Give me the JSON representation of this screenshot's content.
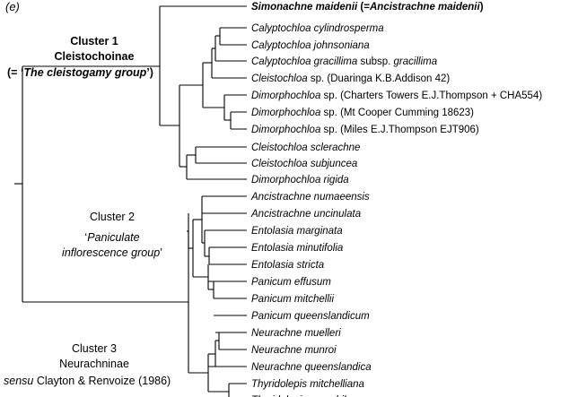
{
  "panel_label": "(e)",
  "clusters": {
    "c1": {
      "line1": "Cluster 1",
      "line2": "Cleistochoinae",
      "note_prefix": "(= ",
      "note_quote": "‘",
      "note_italic": "The cleistogamy group",
      "note_suffix": "’)"
    },
    "c2": {
      "line1": "Cluster 2",
      "quote_open": "‘",
      "italic_line1": "Paniculate",
      "italic_line2": "inflorescence group",
      "quote_close": "’"
    },
    "c3": {
      "line1": "Cluster 3",
      "line2": "Neurachninae",
      "sensu_italic": "sensu",
      "sensu_rest": " Clayton & Renvoize (1986)"
    }
  },
  "taxa": [
    {
      "italic": "Simonachne maidenii",
      "plain": " (=",
      "italic2": "Ancistrachne maidenii",
      "plain2": ")",
      "bold": true
    },
    {
      "italic": "Calyptochloa cylindrosperma"
    },
    {
      "italic": "Calyptochloa johnsoniana"
    },
    {
      "italic": "Calyptochloa gracillima",
      "plain": " subsp. ",
      "italic2": "gracillima"
    },
    {
      "italic": "Cleistochloa",
      "plain": " sp. (Duaringa K.B.Addison 42)"
    },
    {
      "italic": "Dimorphochloa",
      "plain": " sp. (Charters Towers E.J.Thompson + CHA554)"
    },
    {
      "italic": "Dimorphochloa",
      "plain": " sp. (Mt Cooper Cumming 18623)"
    },
    {
      "italic": "Dimorphochloa",
      "plain": " sp. (Miles E.J.Thompson EJT906)"
    },
    {
      "italic": "Cleistochloa sclerachne"
    },
    {
      "italic": "Cleistochloa subjuncea"
    },
    {
      "italic": "Dimorphochloa rigida"
    },
    {
      "italic": "Ancistrachne numaeensis"
    },
    {
      "italic": "Ancistrachne uncinulata"
    },
    {
      "italic": "Entolasia marginata"
    },
    {
      "italic": "Entolasia minutifolia"
    },
    {
      "italic": "Entolasia stricta"
    },
    {
      "italic": "Panicum effusum"
    },
    {
      "italic": "Panicum mitchellii"
    },
    {
      "italic": "Panicum queenslandicum"
    },
    {
      "italic": "Neurachne muelleri"
    },
    {
      "italic": "Neurachne munroi"
    },
    {
      "italic": "Neurachne queenslandica"
    },
    {
      "italic": "Thyridolepis mitchelliana"
    },
    {
      "italic": "Thyridolepis xerophila"
    }
  ]
}
